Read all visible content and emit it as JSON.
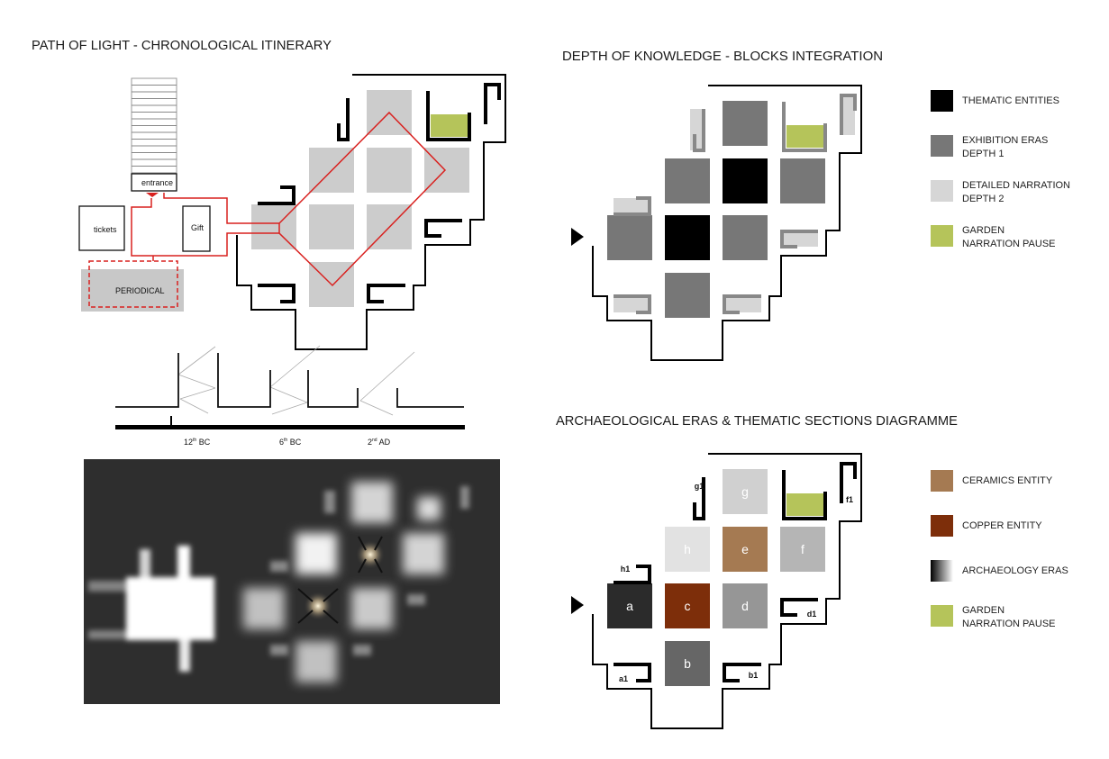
{
  "titles": {
    "path_of_light": "PATH OF LIGHT - CHRONOLOGICAL ITINERARY",
    "depth": "DEPTH OF KNOWLEDGE  - BLOCKS INTEGRATION",
    "eras": "ARCHAEOLOGICAL ERAS & THEMATIC SECTIONS DIAGRAMME"
  },
  "itinerary": {
    "entrance": "entrance",
    "tickets": "tickets",
    "gift": "Gift",
    "periodical": "PERIODICAL",
    "path_color": "#d9211f",
    "garden_color": "#b5c45a"
  },
  "section": {
    "labels": [
      {
        "num": "12",
        "sup": "th",
        "suffix": " BC"
      },
      {
        "num": "6",
        "sup": "th",
        "suffix": " BC"
      },
      {
        "num": "2",
        "sup": "nd",
        "suffix": " AD"
      }
    ]
  },
  "depth_legend": [
    {
      "label": [
        "THEMATIC ENTITIES"
      ],
      "color": "#000000"
    },
    {
      "label": [
        "EXHIBITION ERAS",
        "DEPTH 1"
      ],
      "color": "#777777"
    },
    {
      "label": [
        "DETAILED NARRATION",
        "DEPTH 2"
      ],
      "color": "#d6d6d6"
    },
    {
      "label": [
        "GARDEN",
        "NARRATION PAUSE"
      ],
      "color": "#b5c45a"
    }
  ],
  "eras_legend": [
    {
      "label": [
        "CERAMICS ENTITY"
      ],
      "color": "#a57a52"
    },
    {
      "label": [
        "COPPER ENTITY"
      ],
      "color": "#7d2e0a"
    },
    {
      "label": [
        "ARCHAEOLOGY ERAS"
      ],
      "color": "gradient"
    },
    {
      "label": [
        "GARDEN",
        "NARRATION PAUSE"
      ],
      "color": "#b5c45a"
    }
  ],
  "eras_plan": {
    "cells": [
      {
        "id": "g",
        "label": "g",
        "color": "#d0d0d0"
      },
      {
        "id": "h",
        "label": "h",
        "color": "#e2e2e2"
      },
      {
        "id": "e",
        "label": "e",
        "color": "#a57a52"
      },
      {
        "id": "f",
        "label": "f",
        "color": "#b5b5b5"
      },
      {
        "id": "a",
        "label": "a",
        "color": "#2b2b2b"
      },
      {
        "id": "c",
        "label": "c",
        "color": "#7d2e0a"
      },
      {
        "id": "d",
        "label": "d",
        "color": "#969696"
      },
      {
        "id": "b",
        "label": "b",
        "color": "#666666"
      }
    ],
    "walls": [
      {
        "id": "g1",
        "label": "g1"
      },
      {
        "id": "f1",
        "label": "f1"
      },
      {
        "id": "h1",
        "label": "h1"
      },
      {
        "id": "d1",
        "label": "d1"
      },
      {
        "id": "a1",
        "label": "a1"
      },
      {
        "id": "b1",
        "label": "b1"
      }
    ]
  },
  "depth_plan": {
    "cells": [
      {
        "id": "g",
        "color": "#777777"
      },
      {
        "id": "h",
        "color": "#777777"
      },
      {
        "id": "e",
        "color": "#000000"
      },
      {
        "id": "f",
        "color": "#777777"
      },
      {
        "id": "a",
        "color": "#777777"
      },
      {
        "id": "c",
        "color": "#000000"
      },
      {
        "id": "d",
        "color": "#777777"
      },
      {
        "id": "b",
        "color": "#777777"
      }
    ]
  },
  "itinerary_plan": {
    "cell_color": "#cccccc"
  }
}
